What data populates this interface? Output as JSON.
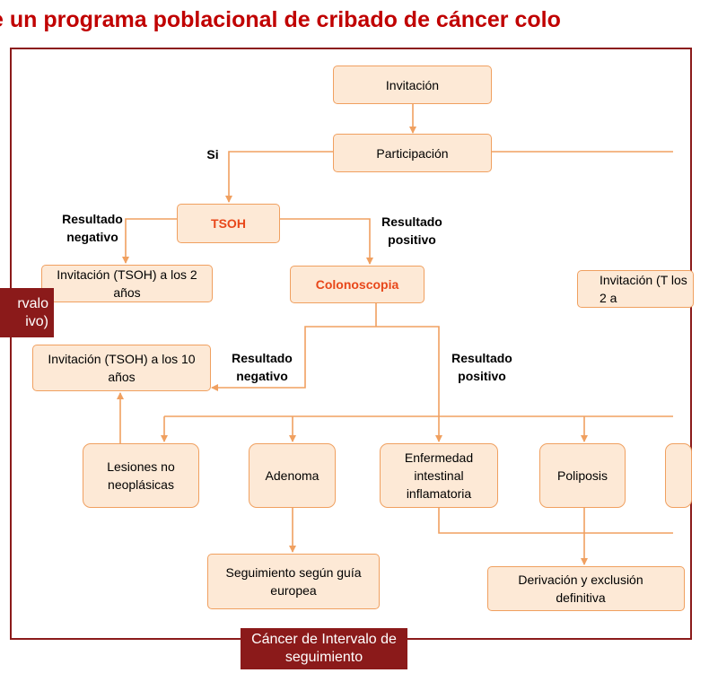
{
  "title": "e un programa poblacional de cribado de cáncer colo",
  "nodes": {
    "invitacion": "Invitación",
    "participacion": "Participación",
    "tsoh": "TSOH",
    "invitacion_tsoh_2": "Invitación (TSOH) a los 2 años",
    "invitacion_tsoh_2_right": "Invitación (T los 2 a",
    "colonoscopia": "Colonoscopia",
    "invitacion_tsoh_10": "Invitación (TSOH) a los 10 años",
    "lesiones": "Lesiones no neoplásicas",
    "adenoma": "Adenoma",
    "eii": "Enfermedad intestinal inflamatoria",
    "poliposis": "Poliposis",
    "seguimiento": "Seguimiento según guía europea",
    "derivacion": "Derivación y exclusión definitiva"
  },
  "labels": {
    "si": "Si",
    "resultado_negativo": "Resultado negativo",
    "resultado_positivo": "Resultado positivo"
  },
  "side_labels": {
    "left_intervalo": "rvalo ivo)",
    "bottom_intervalo": "Cáncer de Intervalo de seguimiento"
  },
  "colors": {
    "title": "#c00000",
    "box_fill": "#fde9d6",
    "box_border": "#f0a060",
    "connector": "#f0a060",
    "highlight_text": "#e8471a",
    "dark_red": "#8b1a1a"
  }
}
